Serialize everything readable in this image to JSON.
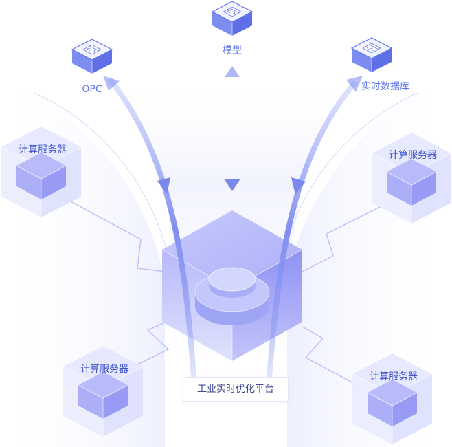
{
  "sources": [
    {
      "id": "opc",
      "label": "OPC"
    },
    {
      "id": "model",
      "label": "模型"
    },
    {
      "id": "realtime-db",
      "label": "实时数据库"
    }
  ],
  "servers": [
    {
      "id": "server-top-left",
      "label": "计算服务器"
    },
    {
      "id": "server-top-right",
      "label": "计算服务器"
    },
    {
      "id": "server-bottom-left",
      "label": "计算服务器"
    },
    {
      "id": "server-bottom-right",
      "label": "计算服务器"
    }
  ],
  "platform": {
    "label": "工业实时优化平台"
  },
  "icons": {
    "source": "code-window-icon"
  },
  "colors": {
    "accent": "#5b6ef0",
    "cube_top": "#b4b6fb",
    "cube_left": "#a7aaf8",
    "cube_right": "#8d90f3",
    "text": "#4a5fd1",
    "line": "#b9c4f7"
  }
}
